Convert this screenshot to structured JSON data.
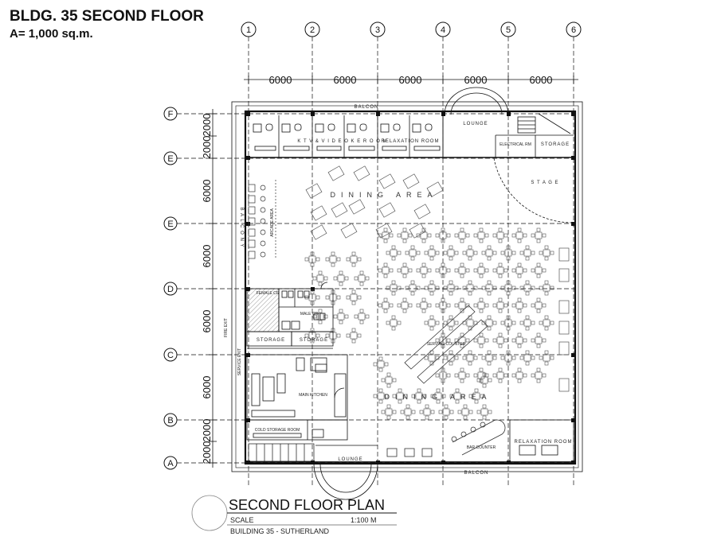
{
  "header": {
    "title": "BLDG. 35 SECOND FLOOR",
    "area": "A= 1,000 sq.m."
  },
  "grid": {
    "columns": [
      "1",
      "2",
      "3",
      "4",
      "5",
      "6"
    ],
    "rows_top_to_bottom": [
      "F",
      "E",
      "E",
      "D",
      "C",
      "B",
      "A"
    ],
    "column_spacings": [
      "6000",
      "6000",
      "6000",
      "6000",
      "6000"
    ],
    "row_spacings_top_to_bottom": [
      "2000",
      "2000",
      "6000",
      "6000",
      "6000",
      "6000",
      "2000",
      "2000"
    ]
  },
  "rooms": {
    "balcony_top": "BALCON",
    "balcony_bottom": "BALCON",
    "balcony_left": "B A L C O N Y",
    "ktv": "K T V  &  V I D E O K E  R O O M",
    "relaxation_top": "RELAXATION ROOM",
    "lounge_top": "LOUNGE",
    "electrical": "ELECTRICAL RM",
    "storage_top": "STORAGE",
    "stage": "S T A G E",
    "dining_top": "DINING AREA",
    "dining_bottom": "DINING AREA",
    "arcade": "ARCADE AREA",
    "female_cr": "FEMALE CR",
    "male_cr": "MALE CR",
    "storage_left": "STORAGE",
    "storage_mid": "STORAGE",
    "fire_exit": "FIRE EXIT",
    "service_exit": "SERVICE EXIT",
    "serving_counter": "SERVING COUNTER",
    "main_kitchen": "MAIN KITCHEN",
    "cold_storage": "COLD STORAGE ROOM",
    "lounge_bottom": "LOUNGE",
    "bar_counter": "BAR COUNTER",
    "relaxation_bottom": "RELAXATION ROOM"
  },
  "footer": {
    "plan_title": "SECOND FLOOR PLAN",
    "scale_label": "SCALE",
    "scale_value": "1:100  M",
    "building": "BUILDING 35 - SUTHERLAND"
  }
}
